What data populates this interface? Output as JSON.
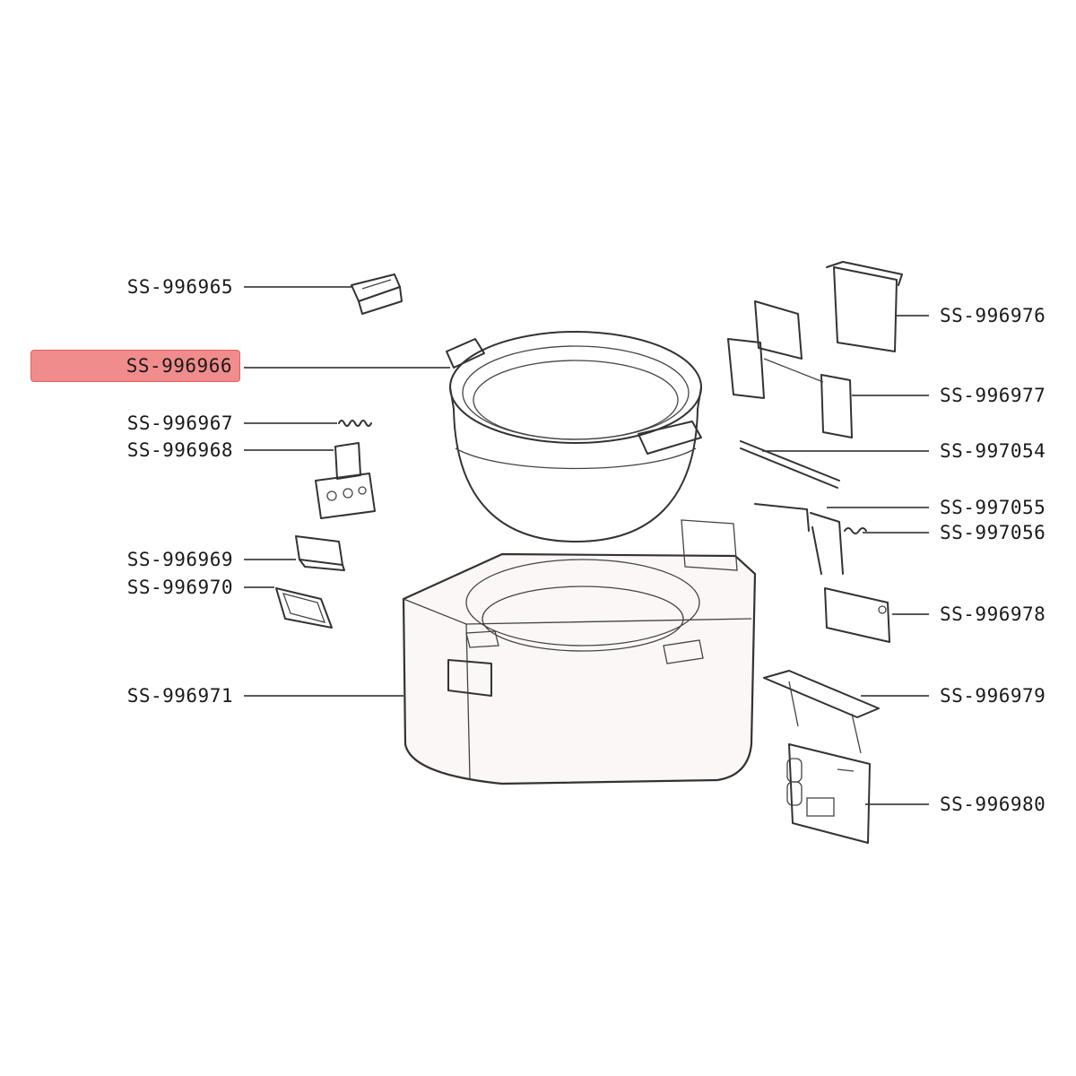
{
  "parts": {
    "p996965": "SS-996965",
    "p996966": "SS-996966",
    "p996967": "SS-996967",
    "p996968": "SS-996968",
    "p996969": "SS-996969",
    "p996970": "SS-996970",
    "p996971": "SS-996971",
    "p996976": "SS-996976",
    "p996977": "SS-996977",
    "p997054": "SS-997054",
    "p997055": "SS-997055",
    "p997056": "SS-997056",
    "p996978": "SS-996978",
    "p996979": "SS-996979",
    "p996980": "SS-996980"
  },
  "highlight": {
    "part": "SS-996966",
    "color": "#f08c8c"
  }
}
